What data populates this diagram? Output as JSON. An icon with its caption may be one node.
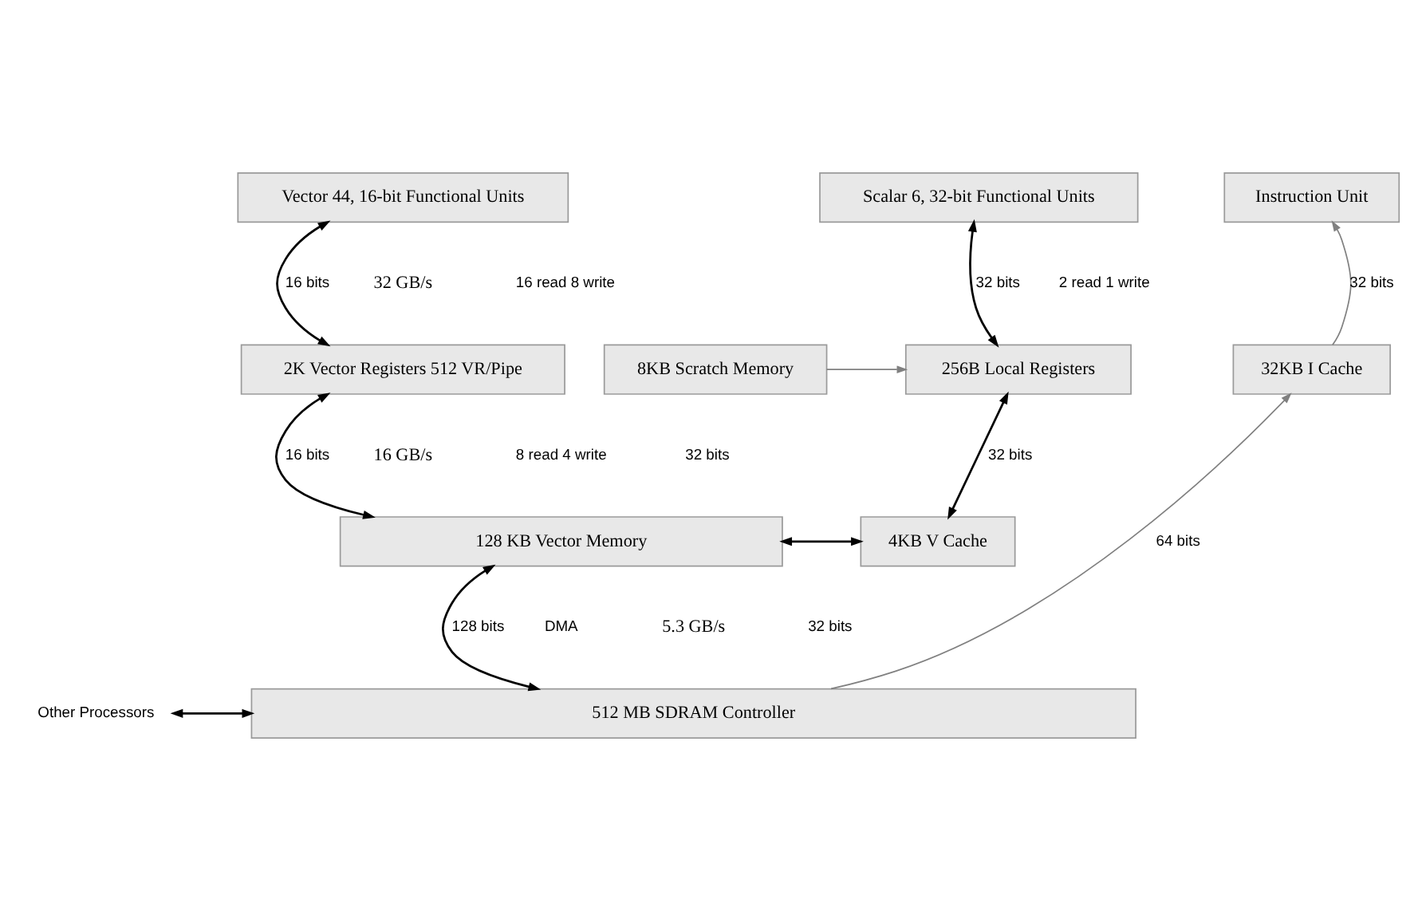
{
  "diagram": {
    "nodes": [
      {
        "text": [
          "Vector 44, 16-bit Functional Units"
        ]
      },
      {
        "text": [
          "Scalar 6, 32-bit Functional Units"
        ]
      },
      {
        "text": [
          "Instruction Unit"
        ]
      },
      {
        "text": [
          "2K Vector Registers 512 VR/Pipe"
        ]
      },
      {
        "text": [
          "8KB Scratch Memory"
        ]
      },
      {
        "text": [
          "256B Local Registers"
        ]
      },
      {
        "text": [
          "32KB I Cache"
        ]
      },
      {
        "text": [
          "128 KB Vector Memory"
        ]
      },
      {
        "text": [
          "4KB V Cache"
        ]
      },
      {
        "text": [
          "512 MB SDRAM Controller"
        ]
      },
      {
        "text": [
          "Other Processors"
        ]
      }
    ],
    "edges": [
      {
        "from": 0,
        "to": 3,
        "arrow": "both",
        "label": "16 bits"
      },
      {
        "from": 1,
        "to": 5,
        "arrow": "both",
        "label": "32 bits"
      },
      {
        "from": 6,
        "to": 2,
        "arrow": "to",
        "label": "32 bits",
        "color": "#808080"
      },
      {
        "from": 4,
        "to": 5,
        "arrow": "to",
        "color": "#808080"
      },
      {
        "from": 3,
        "to": 7,
        "arrow": "both",
        "label": "16 bits"
      },
      {
        "from": 5,
        "to": 8,
        "arrow": "both",
        "label": "32 bits"
      },
      {
        "from": 9,
        "to": 6,
        "arrow": "to",
        "label": "64 bits",
        "color": "#808080"
      },
      {
        "from": 7,
        "to": 8,
        "arrow": "both"
      },
      {
        "from": 7,
        "to": 9,
        "arrow": "both",
        "label": "128 bits"
      },
      {
        "from": 10,
        "to": 9,
        "arrow": "both"
      }
    ],
    "labels": [
      "32 GB/s",
      "16 read 8 write",
      "2 read 1 write",
      "16 GB/s",
      "8 read 4 write",
      "32 bits",
      "DMA",
      "5.3 GB/s",
      "32 bits"
    ]
  }
}
